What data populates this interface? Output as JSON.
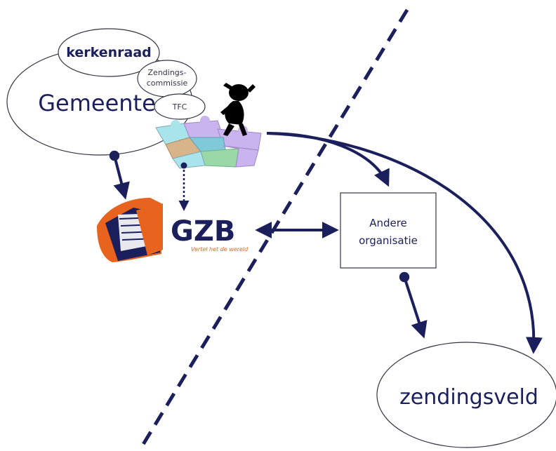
{
  "colors": {
    "navy": "#1b1f5c",
    "orange": "#e8641e",
    "outline": "#333344",
    "puzzle": [
      "#a9e4ec",
      "#c9b4f0",
      "#9ad8a8",
      "#d8b48a",
      "#7fc9d8"
    ]
  },
  "nodes": {
    "gemeente": "Gemeente",
    "kerkenraad": "kerkenraad",
    "zendingscommissie_line1": "Zendings-",
    "zendingscommissie_line2": "commissie",
    "tfc": "TFC",
    "gzb": "GZB",
    "gzb_tagline": "Vertel het de wereld",
    "andere_line1": "Andere",
    "andere_line2": "organisatie",
    "zendingsveld": "zendingsveld"
  },
  "icons": [
    "puzzle-icon",
    "thinking-person-icon",
    "gzb-logo-icon"
  ]
}
